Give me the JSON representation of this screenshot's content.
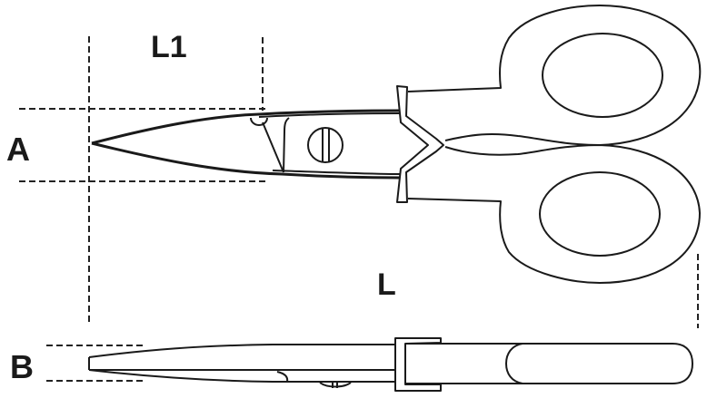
{
  "diagram": {
    "subject": "Electrician's scissors technical dimension drawing",
    "views": [
      "top-view",
      "side-view"
    ],
    "labels": {
      "overall_length": "L",
      "blade_length": "L1",
      "blade_width": "A",
      "thickness": "B"
    },
    "colors": {
      "line": "#1a1a1a",
      "background": "#ffffff"
    }
  }
}
